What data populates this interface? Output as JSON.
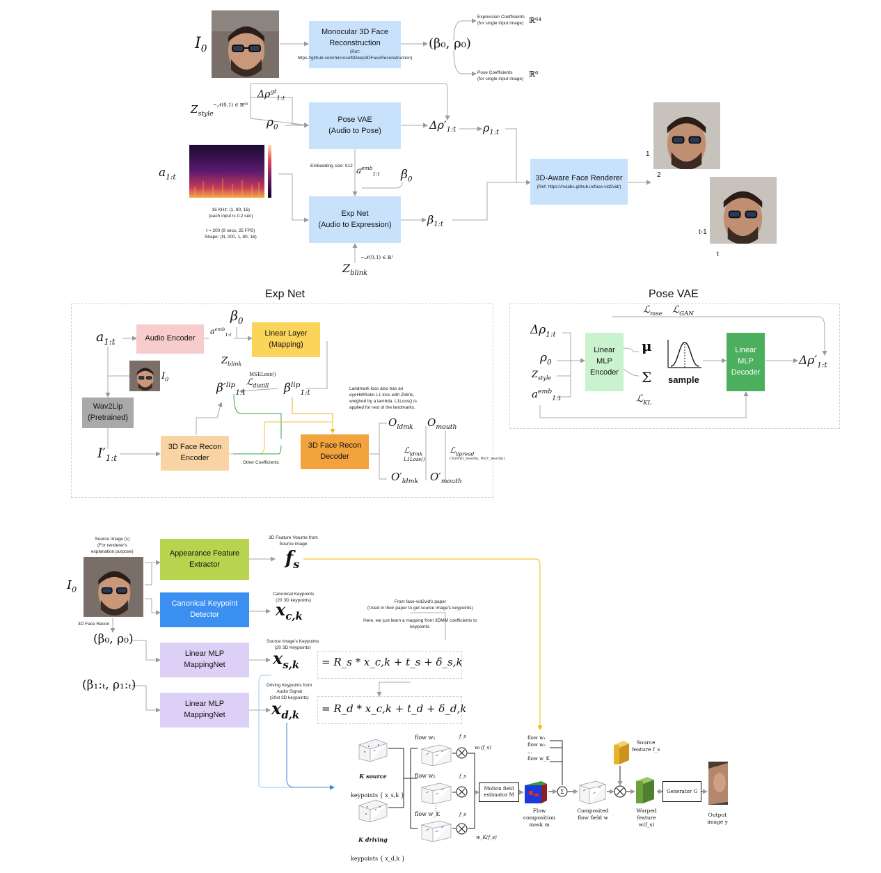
{
  "top": {
    "i0": "I",
    "i0_sub": "0",
    "mono_title": "Monocular 3D Face Reconstruction",
    "mono_ref": "(Ref: https://github.com/microsoft/Deep3DFaceReconstruction)",
    "beta_rho": "(β₀, ρ₀)",
    "expr_note": "Expression Coefficients\n(for single input image)",
    "r64": "ℝ⁶⁴",
    "pose_note": "Pose Coefficients\n(for single input image)",
    "r6": "ℝ⁶",
    "zstyle": "Z",
    "zstyle_sub": "style",
    "normal_64": "~𝒩(0,1) ∈ ℝ⁶⁴",
    "delta_rho_gt": "Δρ",
    "delta_rho_gt_sup": "gt",
    "delta_rho_gt_sub": "1:t",
    "rho0": "ρ",
    "rho0_sub": "0",
    "pose_vae_title": "Pose VAE",
    "pose_vae_sub": "(Audio to Pose)",
    "delta_rho_prime": "Δρ′",
    "delta_rho_prime_sub": "1:t",
    "rho1t": "ρ",
    "rho1t_sub": "1:t",
    "embedding_note": "Embedding size: 512",
    "a_emb": "a",
    "a_emb_sup": "emb",
    "a_emb_sub": "1:t",
    "beta0": "β",
    "beta0_sub": "0",
    "a1t": "a",
    "a1t_sub": "1:t",
    "spec_note1": "16 KHz: (1, 80, 16)\n(each input is 0.2 sec)",
    "spec_note2": "t = 200 (8 secs, 25 FPS)\nShape: (N, 200, 1, 80, 16)",
    "expnet_title": "Exp Net",
    "expnet_sub": "(Audio to Expression)",
    "beta1t": "β",
    "beta1t_sub": "1:t",
    "normal_1": "~𝒩(0,1) ∈ ℝ¹",
    "zblink": "Z",
    "zblink_sub": "blink",
    "renderer_title": "3D-Aware Face Renderer",
    "renderer_ref": "(Ref: https://nvlabs.github.io/face-vid2vid/)",
    "frame_labels": [
      "1",
      "2",
      "t-1",
      "t"
    ]
  },
  "expnet_panel": {
    "heading": "Exp Net",
    "a1t": "a",
    "a1t_sub": "1:t",
    "audio_encoder": "Audio Encoder",
    "a_emb": "a",
    "a_emb_sup": "emb",
    "a_emb_sub": "1:t",
    "beta0": "β",
    "beta0_sub": "0",
    "linear_layer": "Linear Layer\n(Mapping)",
    "zblink": "Z",
    "zblink_sub": "blink",
    "i0": "I",
    "i0_sub": "0",
    "mse_loss": "MSELoss()",
    "l_distill": "ℒ",
    "l_distill_sub": "distill",
    "beta_lip_prime": "β′",
    "beta_lip_sup": "lip",
    "beta_lip_sub": "1:t",
    "beta_lip": "β",
    "wav2lip": "Wav2Lip\n(Pretrained)",
    "landmark_note": "Landmark loss also has an\neyeHWRatio L1 loss with Zblink,\nweighed by a lambda. L1Loss() is\napplied for rest of the landmarks.",
    "i1t_prime": "I′",
    "i1t_sub": "1:t",
    "face_encoder": "3D Face Recon\nEncoder",
    "other_coeff": "Other Coefficients",
    "face_decoder": "3D Face Recon\nDecoder",
    "o_ldmk": "O",
    "o_ldmk_sub": "ldmk",
    "o_mouth": "O",
    "o_mouth_sub": "mouth",
    "l_ldmk": "ℒ",
    "l_ldmk_sub": "ldmk",
    "l1loss": "L1Loss()",
    "l_lipread": "ℒ",
    "l_lipread_sub": "lipread",
    "ce_note": "CE(W(O_mouth), W(O′_mouth))",
    "o_ldmk_p": "O′",
    "o_mouth_p": "O′"
  },
  "posevae_panel": {
    "heading": "Pose VAE",
    "l_mse": "ℒ",
    "l_mse_sub": "mse",
    "l_gan": "ℒ",
    "l_gan_sub": "GAN",
    "delta_rho": "Δρ",
    "delta_rho_sub": "1:t",
    "rho0": "ρ",
    "rho0_sub": "0",
    "zstyle": "Z",
    "zstyle_sub": "style",
    "a_emb": "a",
    "a_emb_sup": "emb",
    "a_emb_sub": "1:t",
    "encoder": "Linear\nMLP\nEncoder",
    "mu": "μ",
    "sigma": "Σ",
    "l_kl": "ℒ",
    "l_kl_sub": "KL",
    "sample": "sample",
    "decoder": "Linear\nMLP\nDecoder",
    "delta_rho_prime": "Δρ′",
    "delta_rho_prime_sub": "1:t"
  },
  "renderer_panel": {
    "source_note": "Source Image (s)\n(For renderer's\nexplanation purpose)",
    "i0": "I",
    "i0_sub": "0",
    "recon_note": "3D Face Recon",
    "appearance": "Appearance Feature\nExtractor",
    "feature_note": "3D Feature Volume from\nSource image",
    "fs": "f",
    "fs_sub": "s",
    "canonical": "Canonical Keypoint\nDetector",
    "canonical_note": "Canonical Keypoints\n(20 3D keypoints)",
    "xck": "x",
    "xck_sub": "c,k",
    "facevid_note": "From face-vid2vid's paper\n(Used in their paper to get source image's keypoints)\n\nHere, we just learn a mapping from 3DMM coefficients to\nkeypoints.",
    "beta0_rho0": "(β₀, ρ₀)",
    "mlp1": "Linear MLP\nMappingNet",
    "source_kp_note": "Source Image's Keypoints\n(20 3D Keypoints)",
    "xsk": "x",
    "xsk_sub": "s,k",
    "eq_s": "= R_s * x_c,k + t_s + δ_s,k",
    "beta_rho_1t": "(β₁:ₜ, ρ₁:ₜ)",
    "mlp2": "Linear MLP\nMappingNet",
    "driving_note": "Driving Keypoints from\nAudio Signal\n(20xt 3D keypoints)",
    "xdk": "x",
    "xdk_sub": "d,k",
    "eq_d": "= R_d * x_c,k + t_d + δ_d,k",
    "k_source": "K source",
    "k_source_kp": "keypoints { x_s,k }",
    "k_driving": "K driving",
    "k_driving_kp": "keypoints { x_d,k }",
    "flow_w1": "flow w₁",
    "flow_w2": "flow w₂",
    "flow_wk": "flow w_K",
    "fs_small": "f_s",
    "w1fs": "w₁(f_s)",
    "wkfs": "w_K(f_s)",
    "motion_field": "Motion field\nestimator M",
    "flow_mask": "Flow\ncomposition\nmask m",
    "flow_list": [
      "flow w₁",
      "flow w₂",
      "...",
      "flow w_K"
    ],
    "sigma": "Σ",
    "composited": "Composited\nflow field w",
    "source_feature": "Source\nfeature f_s",
    "warped": "Warped\nfeature\nw(f_s)",
    "generator": "Generator G",
    "output": "Output\nimage y"
  }
}
